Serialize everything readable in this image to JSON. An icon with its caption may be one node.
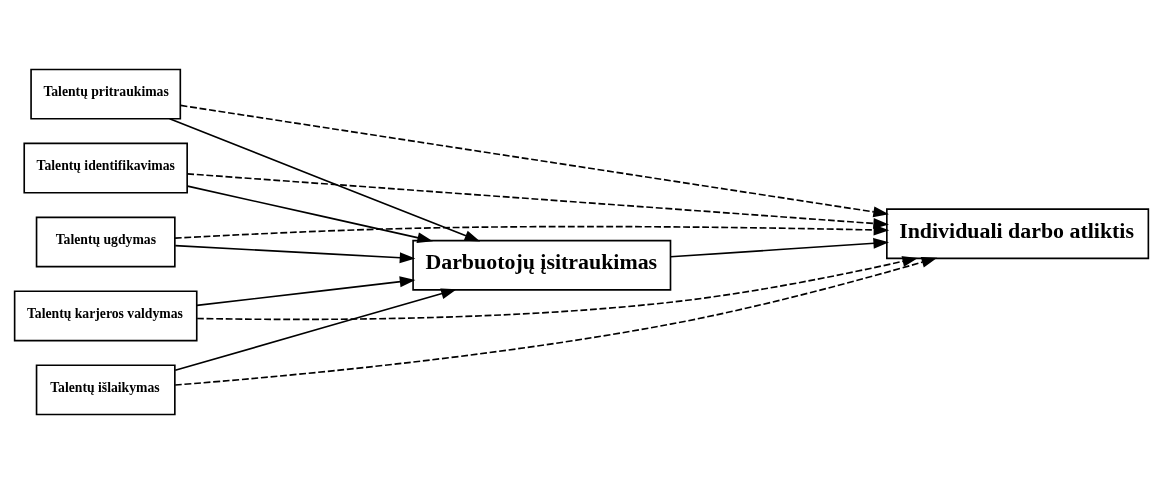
{
  "diagram": {
    "nodes": [
      {
        "text": [
          "Talentų pritraukimas"
        ]
      },
      {
        "text": [
          "Talentų identifikavimas"
        ]
      },
      {
        "text": [
          "Talentų ugdymas"
        ]
      },
      {
        "text": [
          "Talentų karjeros valdymas"
        ]
      },
      {
        "text": [
          "Talentų išlaikymas"
        ]
      },
      {
        "text": [
          "Darbuotojų įsitraukimas"
        ]
      },
      {
        "text": [
          "Individuali darbo atliktis"
        ]
      }
    ],
    "edges": [
      {
        "from": 0,
        "to": 5,
        "arrow": "to"
      },
      {
        "from": 1,
        "to": 5,
        "arrow": "to"
      },
      {
        "from": 2,
        "to": 5,
        "arrow": "to"
      },
      {
        "from": 3,
        "to": 5,
        "arrow": "to"
      },
      {
        "from": 4,
        "to": 5,
        "arrow": "to"
      },
      {
        "from": 0,
        "to": 6,
        "arrow": "to",
        "style": "dashed"
      },
      {
        "from": 1,
        "to": 6,
        "arrow": "to",
        "style": "dashed"
      },
      {
        "from": 2,
        "to": 6,
        "arrow": "to",
        "style": "dashed"
      },
      {
        "from": 3,
        "to": 6,
        "arrow": "to",
        "style": "dashed"
      },
      {
        "from": 4,
        "to": 6,
        "arrow": "to",
        "style": "dashed"
      },
      {
        "from": 5,
        "to": 6,
        "arrow": "to"
      }
    ]
  }
}
